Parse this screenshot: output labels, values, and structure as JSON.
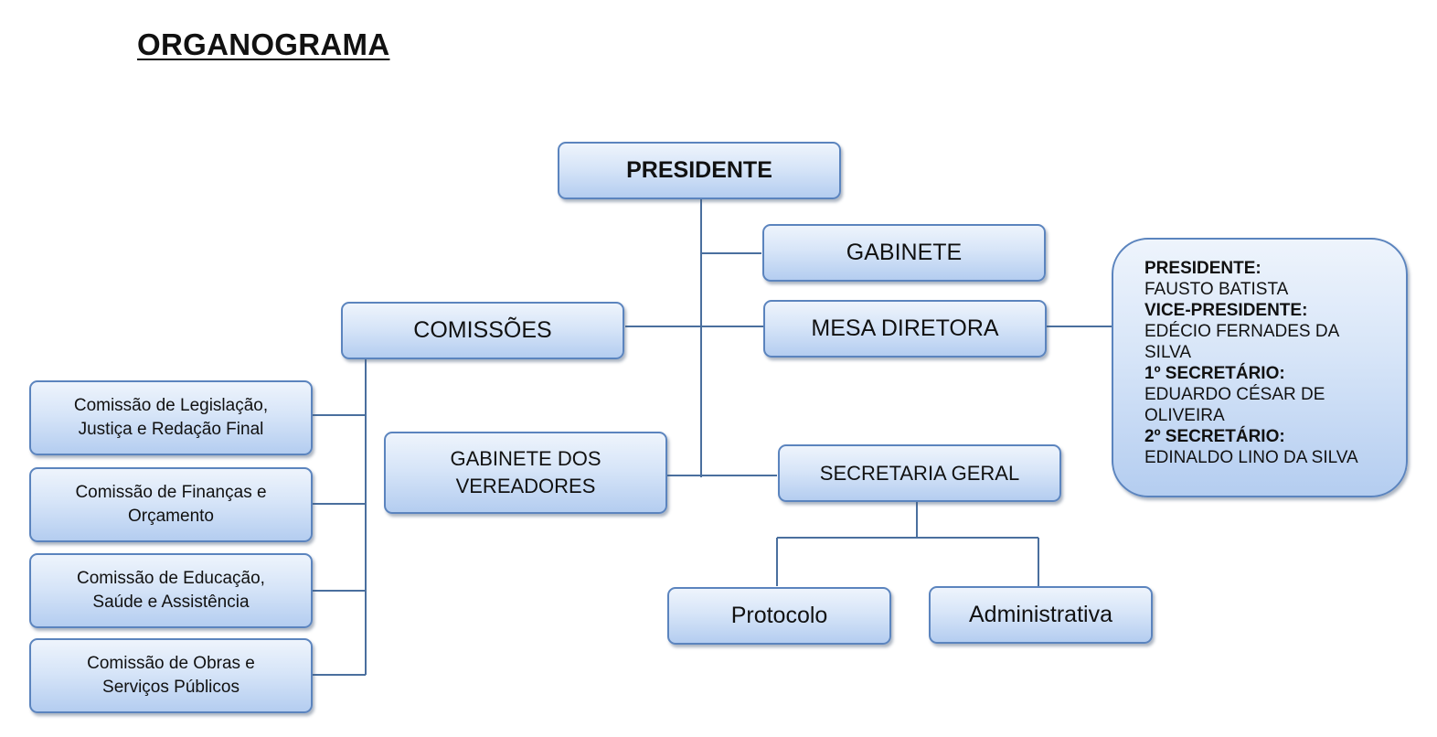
{
  "title": "ORGANOGRAMA",
  "colors": {
    "box_border": "#5b84be",
    "box_fill_top": "#eef4fc",
    "box_fill_bottom": "#b4cdf0",
    "connector": "#4a6f9e"
  },
  "nodes": {
    "presidente": "PRESIDENTE",
    "gabinete": "GABINETE",
    "mesa_diretora": "MESA DIRETORA",
    "comissoes": "COMISSÕES",
    "gabinete_vereadores": {
      "line1": "GABINETE DOS",
      "line2": "VEREADORES"
    },
    "secretaria_geral": "SECRETARIA GERAL",
    "protocolo": "Protocolo",
    "administrativa": "Administrativa"
  },
  "commissions": [
    {
      "line1": "Comissão de Legislação,",
      "line2": "Justiça e Redação Final"
    },
    {
      "line1": "Comissão de Finanças e",
      "line2": "Orçamento"
    },
    {
      "line1": "Comissão de Educação,",
      "line2": "Saúde e Assistência"
    },
    {
      "line1": "Comissão de Obras e",
      "line2": "Serviços Públicos"
    }
  ],
  "mesa_members": [
    {
      "role": "PRESIDENTE:",
      "name_lines": [
        "FAUSTO BATISTA"
      ]
    },
    {
      "role": "VICE-PRESIDENTE:",
      "name_lines": [
        "EDÉCIO FERNADES DA",
        "SILVA"
      ]
    },
    {
      "role": "1º SECRETÁRIO:",
      "name_lines": [
        "EDUARDO CÉSAR DE",
        "OLIVEIRA"
      ]
    },
    {
      "role": "2º SECRETÁRIO:",
      "name_lines": [
        "EDINALDO LINO DA SILVA"
      ]
    }
  ]
}
